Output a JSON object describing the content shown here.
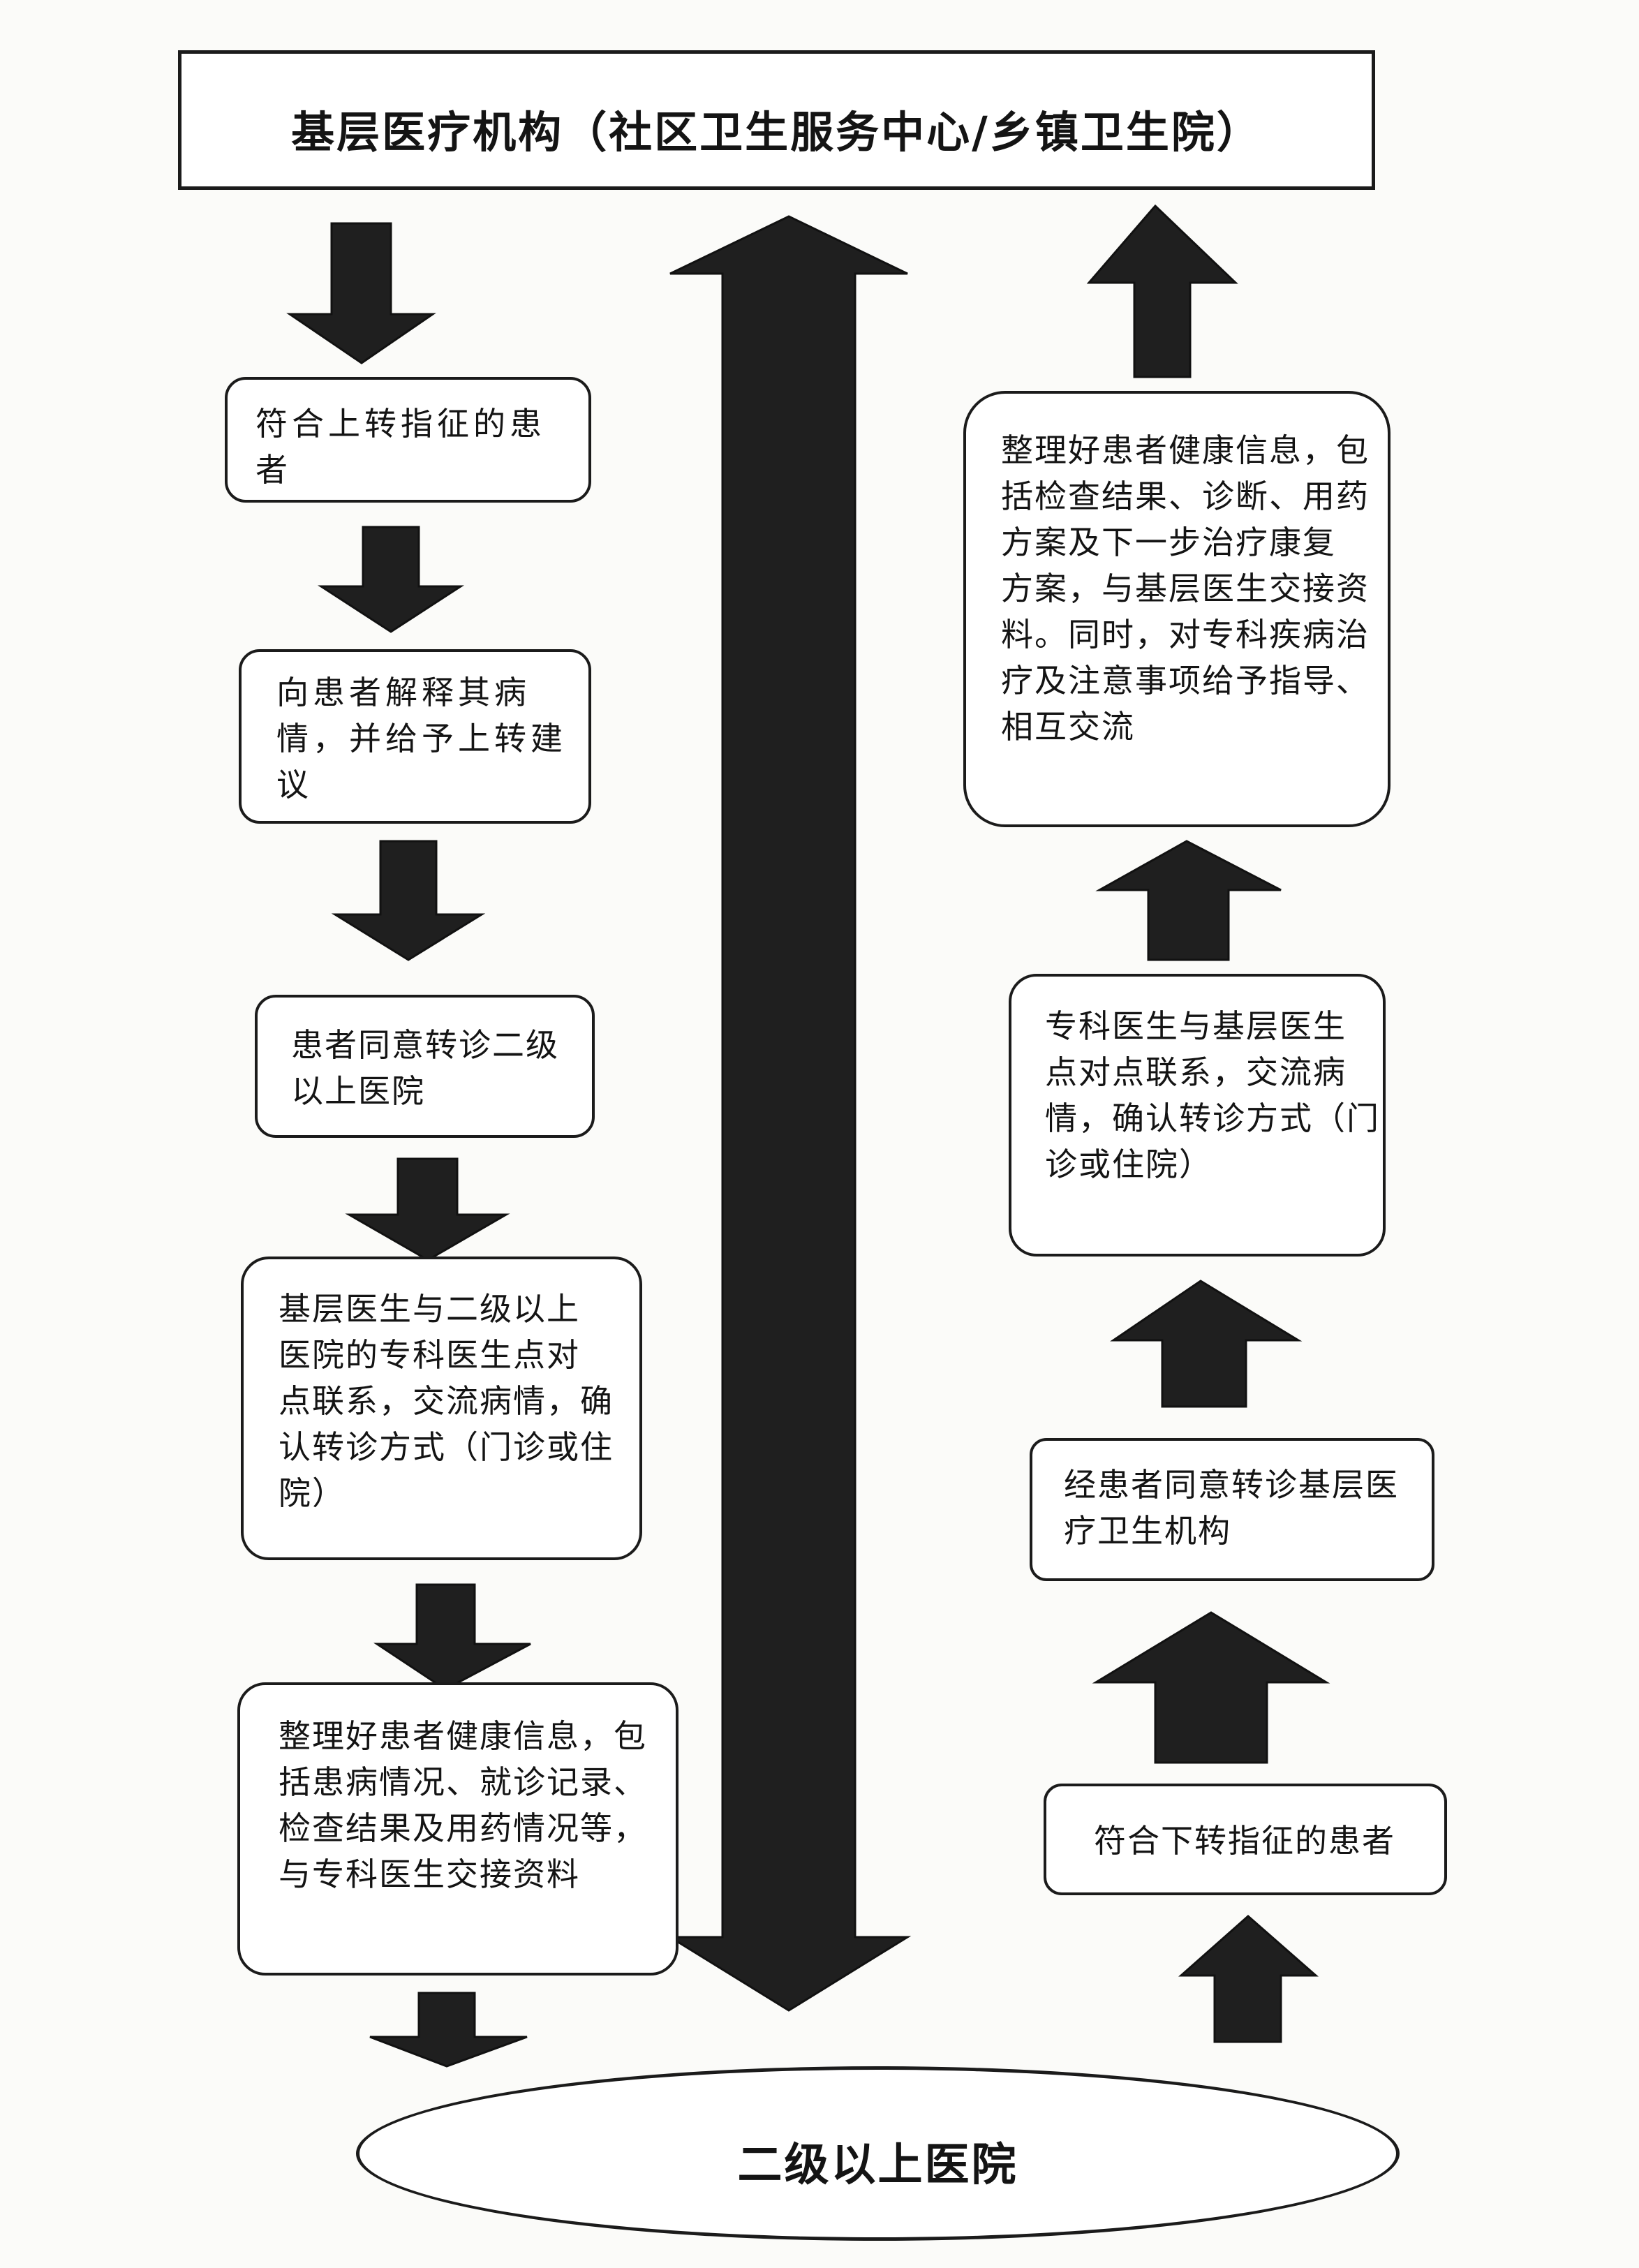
{
  "top_node": "基层医疗机构（社区卫生服务中心/乡镇卫生院）",
  "bottom_node": "二级以上医院",
  "up_referral": [
    "符合上转指征的患\n者",
    "向患者解释其病\n情，并给予上转建\n议",
    "患者同意转诊二级\n以上医院",
    "基层医生与二级以上\n医院的专科医生点对\n点联系，交流病情，确\n认转诊方式（门诊或住\n院）",
    "整理好患者健康信息，包\n括患病情况、就诊记录、\n检查结果及用药情况等，\n与专科医生交接资料"
  ],
  "down_referral": [
    "符合下转指征的患者",
    "经患者同意转诊基层医\n疗卫生机构",
    "专科医生与基层医生\n点对点联系，交流病\n情，确认转诊方式（门\n诊或住院）",
    "整理好患者健康信息，包\n括检查结果、诊断、用药\n方案及下一步治疗康复\n方案，与基层医生交接资\n料。同时，对专科疾病治\n疗及注意事项给予指导、\n相互交流"
  ],
  "colors": {
    "arrow": "#1f1f1f",
    "border": "#1b1b1b",
    "box": "#ffffff",
    "page": "#fbfbf9"
  }
}
